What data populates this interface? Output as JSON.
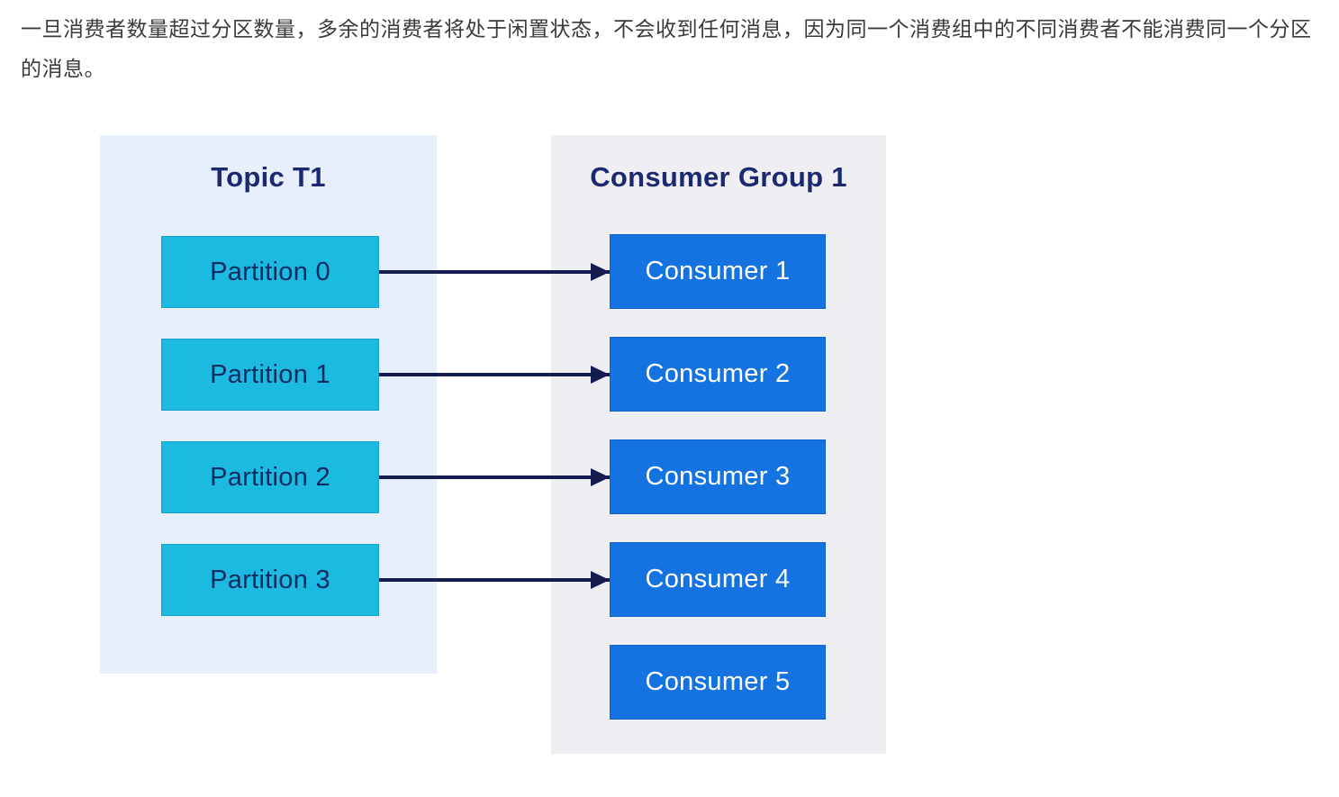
{
  "page": {
    "paragraph": "一旦消费者数量超过分区数量，多余的消费者将处于闲置状态，不会收到任何消息，因为同一个消费组中的不同消费者不能消费同一个分区的消息。"
  },
  "diagram": {
    "topic_panel": {
      "title": "Topic T1",
      "bg_color": "#e7effc",
      "partitions": [
        "Partition 0",
        "Partition 1",
        "Partition 2",
        "Partition 3"
      ],
      "partition_color": "#1cb9e0",
      "partition_text_color": "#0d2b5e"
    },
    "consumer_panel": {
      "title": "Consumer Group 1",
      "bg_color": "#efeef2",
      "consumers": [
        "Consumer 1",
        "Consumer 2",
        "Consumer 3",
        "Consumer 4",
        "Consumer 5"
      ],
      "consumer_color": "#1473e0",
      "consumer_text_color": "#ffffff"
    },
    "arrows": [
      {
        "from": "Partition 0",
        "to": "Consumer 1"
      },
      {
        "from": "Partition 1",
        "to": "Consumer 2"
      },
      {
        "from": "Partition 2",
        "to": "Consumer 3"
      },
      {
        "from": "Partition 3",
        "to": "Consumer 4"
      }
    ],
    "arrow_color": "#151d50",
    "title_color": "#1b2a70"
  }
}
